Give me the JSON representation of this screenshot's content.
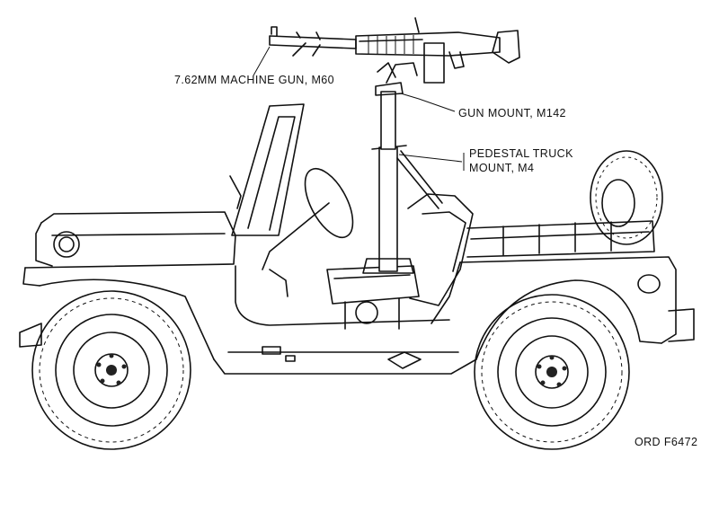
{
  "labels": {
    "machine_gun": "7.62MM MACHINE GUN, M60",
    "gun_mount": "GUN MOUNT, M142",
    "pedestal_line1": "PEDESTAL TRUCK",
    "pedestal_line2": "MOUNT, M4",
    "figure_code": "ORD F6472"
  }
}
